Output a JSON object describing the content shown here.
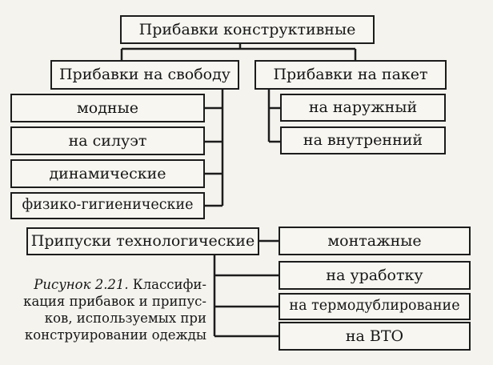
{
  "root": {
    "label": "Прибавки конструктивные"
  },
  "freedom": {
    "label": "Прибавки на свободу",
    "items": [
      "модные",
      "на силуэт",
      "динамические",
      "физико-гигиенические"
    ]
  },
  "package": {
    "label": "Прибавки на пакет",
    "items": [
      "на наружный",
      "на внутренний"
    ]
  },
  "tech": {
    "label": "Припуски технологические",
    "items": [
      "монтажные",
      "на уработку",
      "на термодублирование",
      "на ВТО"
    ]
  },
  "caption": {
    "label": "Рисунок 2.21.",
    "text": " Классифи-кация прибавок и припус-ков, используемых при конструировании одежды"
  }
}
